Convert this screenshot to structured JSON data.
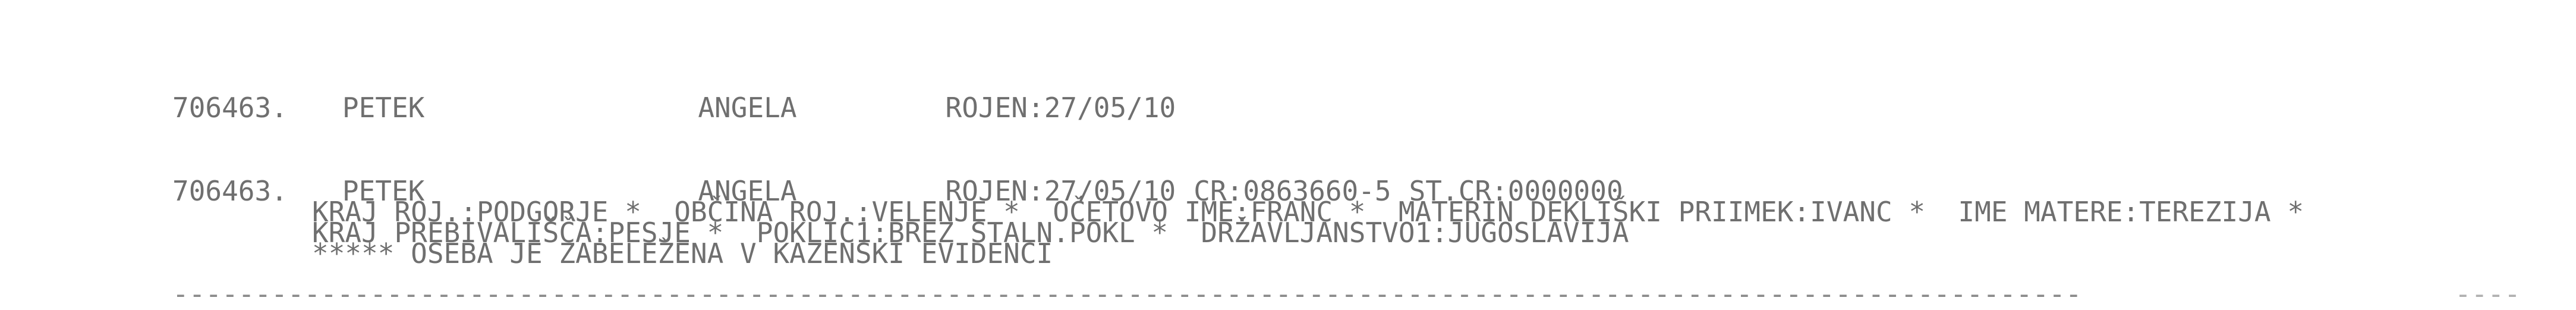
{
  "summary": {
    "number": "706463.",
    "surname": "PETEK",
    "given_name": "ANGELA",
    "born": "ROJEN:27/05/10"
  },
  "detail": {
    "number": "706463.",
    "surname": "PETEK",
    "given_name": "ANGELA",
    "born": "ROJEN:27/05/10",
    "cr": "CR:0863660-5",
    "st_cr": "ST.CR:0000000",
    "line1": "KRAJ ROJ.:PODGORJE *  OBČINA ROJ.:VELENJE *  OČETOVO IME:FRANC *  MATERIN DEKLIŠKI PRIIMEK:IVANC *  IME MATERE:TEREZIJA *",
    "line2": "KRAJ PREBIVALIŠČA:PESJE *  POKLIC1:BREZ STALN.POKL *  DRŽAVLJANSTVO1:JUGOSLAVIJA",
    "line3": "***** OSEBA JE ZABELEŽENA V KAZENSKI EVIDENCI"
  },
  "rule": "--------------------------------------------------------------------------------------------------------------------",
  "rule_end": "----"
}
